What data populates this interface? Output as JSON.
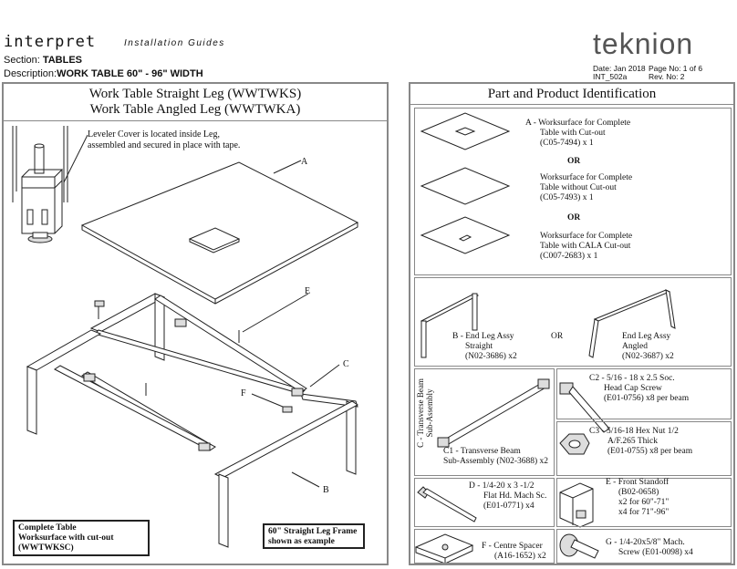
{
  "header": {
    "brand": "interpret",
    "guides": "Installation Guides",
    "section_label": "Section:",
    "section_value": "TABLES",
    "description_label": "Description:",
    "description_value": "WORK TABLE 60\" - 96\" WIDTH",
    "logo": "teknion",
    "date": "Date: Jan 2018",
    "doc_id": "INT_502a",
    "page_no": "Page No: 1 of 6",
    "rev_no": "Rev. No: 2"
  },
  "left_panel": {
    "title_line1": "Work Table Straight Leg (WWTWKS)",
    "title_line2": "Work Table Angled Leg (WWTWKA)",
    "leveler_note_line1": "Leveler Cover is located inside Leg,",
    "leveler_note_line2": "assembled and secured in place with tape.",
    "callouts": {
      "a": "A",
      "b": "B",
      "c": "C",
      "e": "E",
      "f": "F"
    },
    "note_complete_line1": "Complete Table",
    "note_complete_line2": "Worksurface with cut-out",
    "note_complete_line3": "(WWTWKSC)",
    "note_frame_line1": "60\" Straight Leg Frame",
    "note_frame_line2": "shown as example"
  },
  "right_panel": {
    "title": "Part and Product Identification",
    "a": {
      "line1": "A - Worksurface for Complete",
      "line2": "Table with Cut-out",
      "line3": "(C05-7494) x 1",
      "or1": "OR",
      "alt1_line1": "Worksurface for Complete",
      "alt1_line2": "Table without Cut-out",
      "alt1_line3": "(C05-7493) x 1",
      "or2": "OR",
      "alt2_line1": "Worksurface for Complete",
      "alt2_line2": "Table with CALA Cut-out",
      "alt2_line3": "(C007-2683) x 1"
    },
    "b": {
      "line1": "B - End Leg Assy",
      "line2": "Straight",
      "line3": "(N02-3686) x2",
      "or": "OR",
      "alt_line1": "End Leg Assy",
      "alt_line2": "Angled",
      "alt_line3": "(N02-3687) x2"
    },
    "c": {
      "side_label_line1": "C - Transverse Beam",
      "side_label_line2": "Sub-Assembly",
      "c1_line1": "C1 - Transverse Beam",
      "c1_line2": "Sub-Assembly (N02-3688) x2",
      "c2_line1": "C2 - 5/16 - 18 x 2.5 Soc.",
      "c2_line2": "Head Cap Screw",
      "c2_line3": "(E01-0756) x8 per beam",
      "c3_line1": "C3 - 5/16-18 Hex Nut 1/2",
      "c3_line2": "A/F.265 Thick",
      "c3_line3": "(E01-0755) x8 per beam"
    },
    "d": {
      "line1": "D - 1/4-20 x 3 -1/2",
      "line2": "Flat Hd. Mach Sc.",
      "line3": "(E01-0771) x4"
    },
    "e": {
      "line1": "E - Front Standoff",
      "line2": "(B02-0658)",
      "line3": "x2 for 60\"-71\"",
      "line4": "x4 for 71\"-96\""
    },
    "f": {
      "line1": "F - Centre Spacer",
      "line2": "(A16-1652) x2"
    },
    "g": {
      "line1": "G - 1/4-20x5/8\" Mach.",
      "line2": "Screw (E01-0098) x4"
    }
  }
}
